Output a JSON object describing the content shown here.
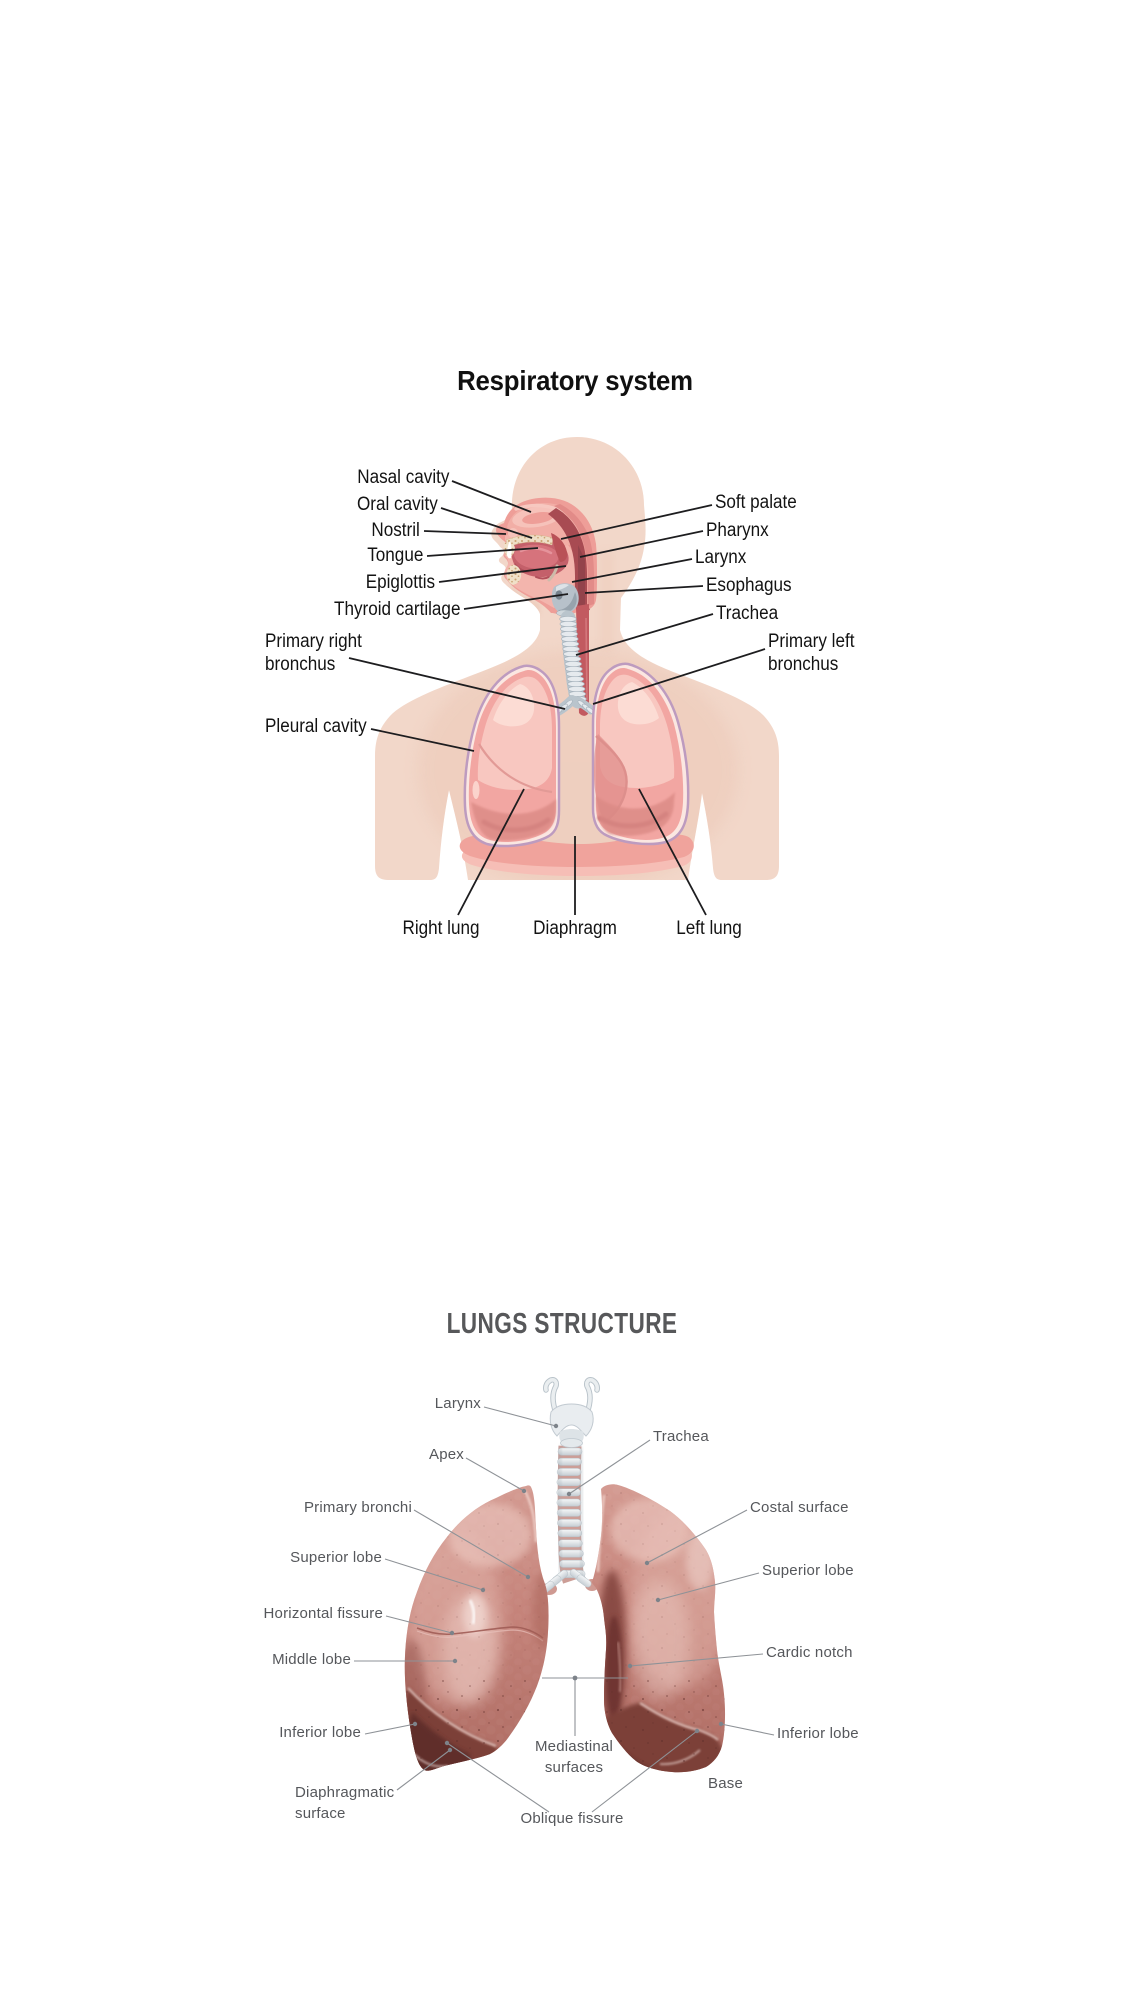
{
  "page": {
    "background": "#ffffff"
  },
  "respiratory_figure": {
    "title": "Respiratory system",
    "labels": {
      "nasal_cavity": "Nasal cavity",
      "oral_cavity": "Oral cavity",
      "nostril": "Nostril",
      "tongue": "Tongue",
      "epiglottis": "Epiglottis",
      "thyroid_cartilage": "Thyroid cartilage",
      "primary_right_bronchus": "Primary right\nbronchus",
      "pleural_cavity": "Pleural cavity",
      "right_lung": "Right lung",
      "diaphragm": "Diaphragm",
      "left_lung": "Left lung",
      "soft_palate": "Soft palate",
      "pharynx": "Pharynx",
      "larynx": "Larynx",
      "esophagus": "Esophagus",
      "trachea": "Trachea",
      "primary_left_bronchus": "Primary left\nbronchus"
    },
    "colors": {
      "title_text": "#101010",
      "label_text": "#131313",
      "leader_line": "#1d1d1f",
      "skin": "#f2d7c9",
      "section_salmon": "#ee9e98",
      "pharynx_dark": "#a84b52",
      "mouth_interior": "#c4606a",
      "tongue_red": "#d6737c",
      "lung_pink": "#f2a6a2",
      "lung_highlight": "#f8c7c0",
      "pleura_outline": "#bd9bbf",
      "trachea_gray": "#c7cfd6",
      "diaphragm_pink": "#f0a39c"
    }
  },
  "lungs_figure": {
    "title": "LUNGS STRUCTURE",
    "labels": {
      "larynx": "Larynx",
      "trachea": "Trachea",
      "apex": "Apex",
      "primary_bronchi": "Primary bronchi",
      "costal_surface": "Costal surface",
      "superior_lobe_left": "Superior lobe",
      "superior_lobe_right": "Superior lobe",
      "horizontal_fissure": "Horizontal fissure",
      "middle_lobe": "Middle lobe",
      "cardic_notch": "Cardic notch",
      "inferior_lobe_left": "Inferior lobe",
      "inferior_lobe_right": "Inferior lobe",
      "mediastinal_surfaces": "Mediastinal\nsurfaces",
      "base": "Base",
      "diaphragmatic_surface": "Diaphragmatic\nsurface",
      "oblique_fissure": "Oblique fissure"
    },
    "colors": {
      "title_text": "#57585a",
      "label_text": "#55575b",
      "leader_line": "#8e9297",
      "lung": "#c5837b",
      "lung_dark": "#7c423c",
      "cartilage": "#eceff1"
    }
  }
}
